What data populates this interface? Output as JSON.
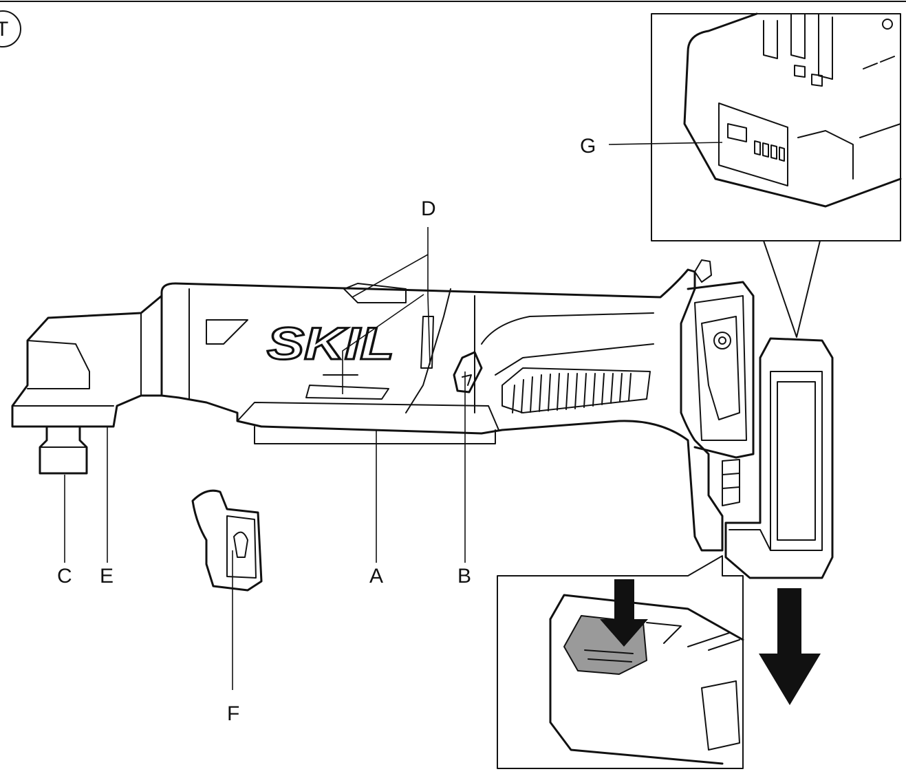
{
  "figure": {
    "number_badge": "T",
    "brand_logo": "SKIL"
  },
  "labels": {
    "A": "A",
    "B": "B",
    "C": "C",
    "D": "D",
    "E": "E",
    "F": "F",
    "G": "G"
  },
  "colors": {
    "ink": "#111111",
    "button_fill": "#9a9a9a",
    "background": "#ffffff"
  }
}
